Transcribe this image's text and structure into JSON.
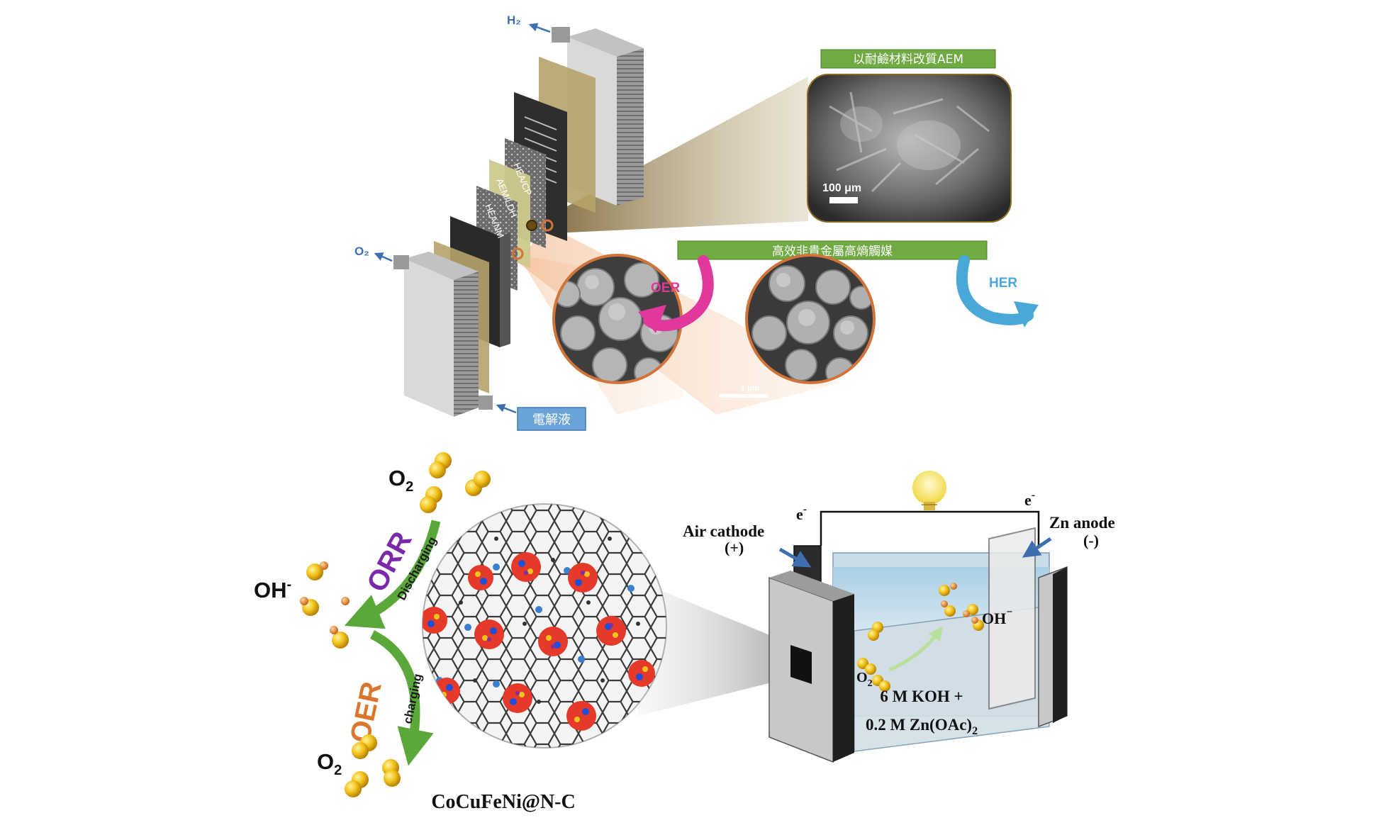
{
  "electrolyzer": {
    "h2_label": "H₂",
    "o2_label": "O₂",
    "electrolyte_label": "電解液",
    "layer_labels": [
      "HEA/CP",
      "AEM/LDH",
      "HEA/NM"
    ],
    "colors": {
      "banner_green": "#6fab42",
      "blue_box": "#6aa3d8",
      "orange_ring": "#d0743a",
      "oer_magenta": "#e0389d",
      "her_cyan": "#4aa8d8"
    }
  },
  "aem_panel": {
    "title": "以耐鹼材料改質AEM",
    "scale_bar": "100 μm"
  },
  "catalyst_panel": {
    "title": "高效非貴金屬高熵觸媒",
    "oer_label": "OER",
    "her_label": "HER",
    "scale_bar_left": "1 μm",
    "scale_bar_right": "1 μm"
  },
  "znair": {
    "o2_top": "O",
    "o2_top_sub": "2",
    "oh_label": "OH",
    "oh_sup": "-",
    "o2_bottom": "O",
    "o2_bottom_sub": "2",
    "orr_label": "ORR",
    "oer_label": "OER",
    "discharging": "Discharging",
    "charging": "charging",
    "catalyst_name": "CoCuFeNi@N-C",
    "air_cathode": "Air cathode",
    "cathode_sign": "(+)",
    "zn_anode": "Zn anode",
    "anode_sign": "(-)",
    "e_left": "e",
    "e_right": "e",
    "e_sup": "-",
    "oh_cell": "OH",
    "oh_cell_sup": "⁻",
    "o2_cell": "O",
    "o2_cell_sub": "2",
    "electrolyte_line1": "6 M KOH +",
    "electrolyte_line2": "0.2 M Zn(OAc)",
    "electrolyte_line2_sub": "2",
    "colors": {
      "orr_purple": "#7a2aa8",
      "oer_orange": "#d9772e",
      "arrow_green": "#5aa83a"
    }
  }
}
